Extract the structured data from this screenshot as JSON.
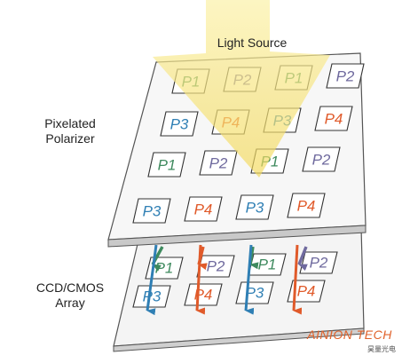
{
  "labels": {
    "light_source": "Light Source",
    "polarizer_line1": "Pixelated",
    "polarizer_line2": "Polarizer",
    "sensor_line1": "CCD/CMOS",
    "sensor_line2": "Array"
  },
  "polarizer_grid": [
    [
      "P1",
      "P2",
      "P1",
      "P2"
    ],
    [
      "P3",
      "P4",
      "P3",
      "P4"
    ],
    [
      "P1",
      "P2",
      "P1",
      "P2"
    ],
    [
      "P3",
      "P4",
      "P3",
      "P4"
    ]
  ],
  "sensor_visible_cells": [
    [
      "P1",
      "P2",
      "P1",
      "P2"
    ],
    [
      "P3",
      "P4",
      "P3",
      "P4"
    ]
  ],
  "cell_colors": {
    "P1": "#3e8a5e",
    "P2": "#6f6a9e",
    "P3": "#2f7fb4",
    "P4": "#e05a2a"
  },
  "arrow_colors": [
    "#3e8a5e",
    "#e05a2a",
    "#3e8a5e",
    "#6f6a9e"
  ],
  "light_color": "#f6e27a",
  "watermark": {
    "brand": "AINION TECH",
    "sub": "昊量光电"
  }
}
